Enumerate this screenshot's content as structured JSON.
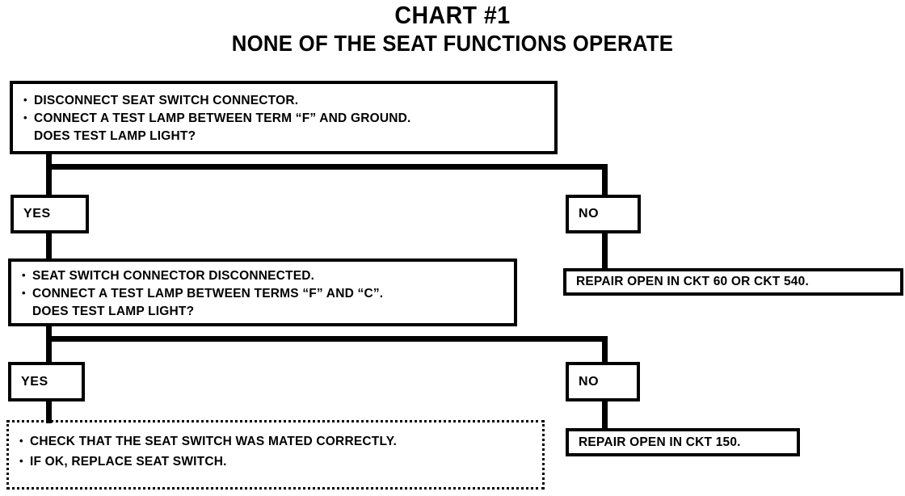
{
  "title": {
    "main": "CHART #1",
    "sub": "NONE OF THE SEAT FUNCTIONS OPERATE"
  },
  "colors": {
    "ink": "#000000",
    "paper": "#ffffff"
  },
  "nodes": {
    "question_1": {
      "lines": [
        "• DISCONNECT SEAT SWITCH CONNECTOR.",
        "• CONNECT A TEST LAMP BETWEEN TERM “F” AND GROUND.",
        "DOES TEST LAMP LIGHT?"
      ],
      "line_1": "DISCONNECT SEAT SWITCH CONNECTOR.",
      "line_2": "CONNECT A TEST LAMP BETWEEN TERM “F” AND GROUND.",
      "line_3": "DOES TEST LAMP LIGHT?"
    },
    "yes_1": "YES",
    "no_1": "NO",
    "repair_1": "REPAIR OPEN IN CKT 60 OR CKT 540.",
    "question_2": {
      "line_1": "SEAT SWITCH CONNECTOR DISCONNECTED.",
      "line_2": "CONNECT A TEST LAMP BETWEEN TERMS “F” AND “C”.",
      "line_3": "DOES TEST LAMP LIGHT?"
    },
    "yes_2": "YES",
    "no_2": "NO",
    "repair_2": "REPAIR OPEN IN CKT 150.",
    "action_final": {
      "line_1": "CHECK THAT THE SEAT SWITCH WAS MATED CORRECTLY.",
      "line_2": "IF OK, REPLACE SEAT SWITCH."
    }
  },
  "chart_data": {
    "type": "diagram",
    "title": "CHART #1 — NONE OF THE SEAT FUNCTIONS OPERATE",
    "flow": [
      {
        "id": "question_1",
        "kind": "test",
        "text": "• DISCONNECT SEAT SWITCH CONNECTOR. • CONNECT A TEST LAMP BETWEEN TERM “F” AND GROUND. DOES TEST LAMP LIGHT?",
        "branches": [
          {
            "label": "YES",
            "to": "question_2"
          },
          {
            "label": "NO",
            "to": "repair_1"
          }
        ]
      },
      {
        "id": "repair_1",
        "kind": "action",
        "text": "REPAIR OPEN IN CKT 60 OR CKT 540."
      },
      {
        "id": "question_2",
        "kind": "test",
        "text": "• SEAT SWITCH CONNECTOR DISCONNECTED. • CONNECT A TEST LAMP BETWEEN TERMS “F” AND “C”. DOES TEST LAMP LIGHT?",
        "branches": [
          {
            "label": "YES",
            "to": "action_final"
          },
          {
            "label": "NO",
            "to": "repair_2"
          }
        ]
      },
      {
        "id": "repair_2",
        "kind": "action",
        "text": "REPAIR OPEN IN CKT 150."
      },
      {
        "id": "action_final",
        "kind": "action-dotted",
        "text": "• CHECK THAT THE SEAT SWITCH WAS MATED CORRECTLY. • IF OK, REPLACE SEAT SWITCH."
      }
    ]
  }
}
